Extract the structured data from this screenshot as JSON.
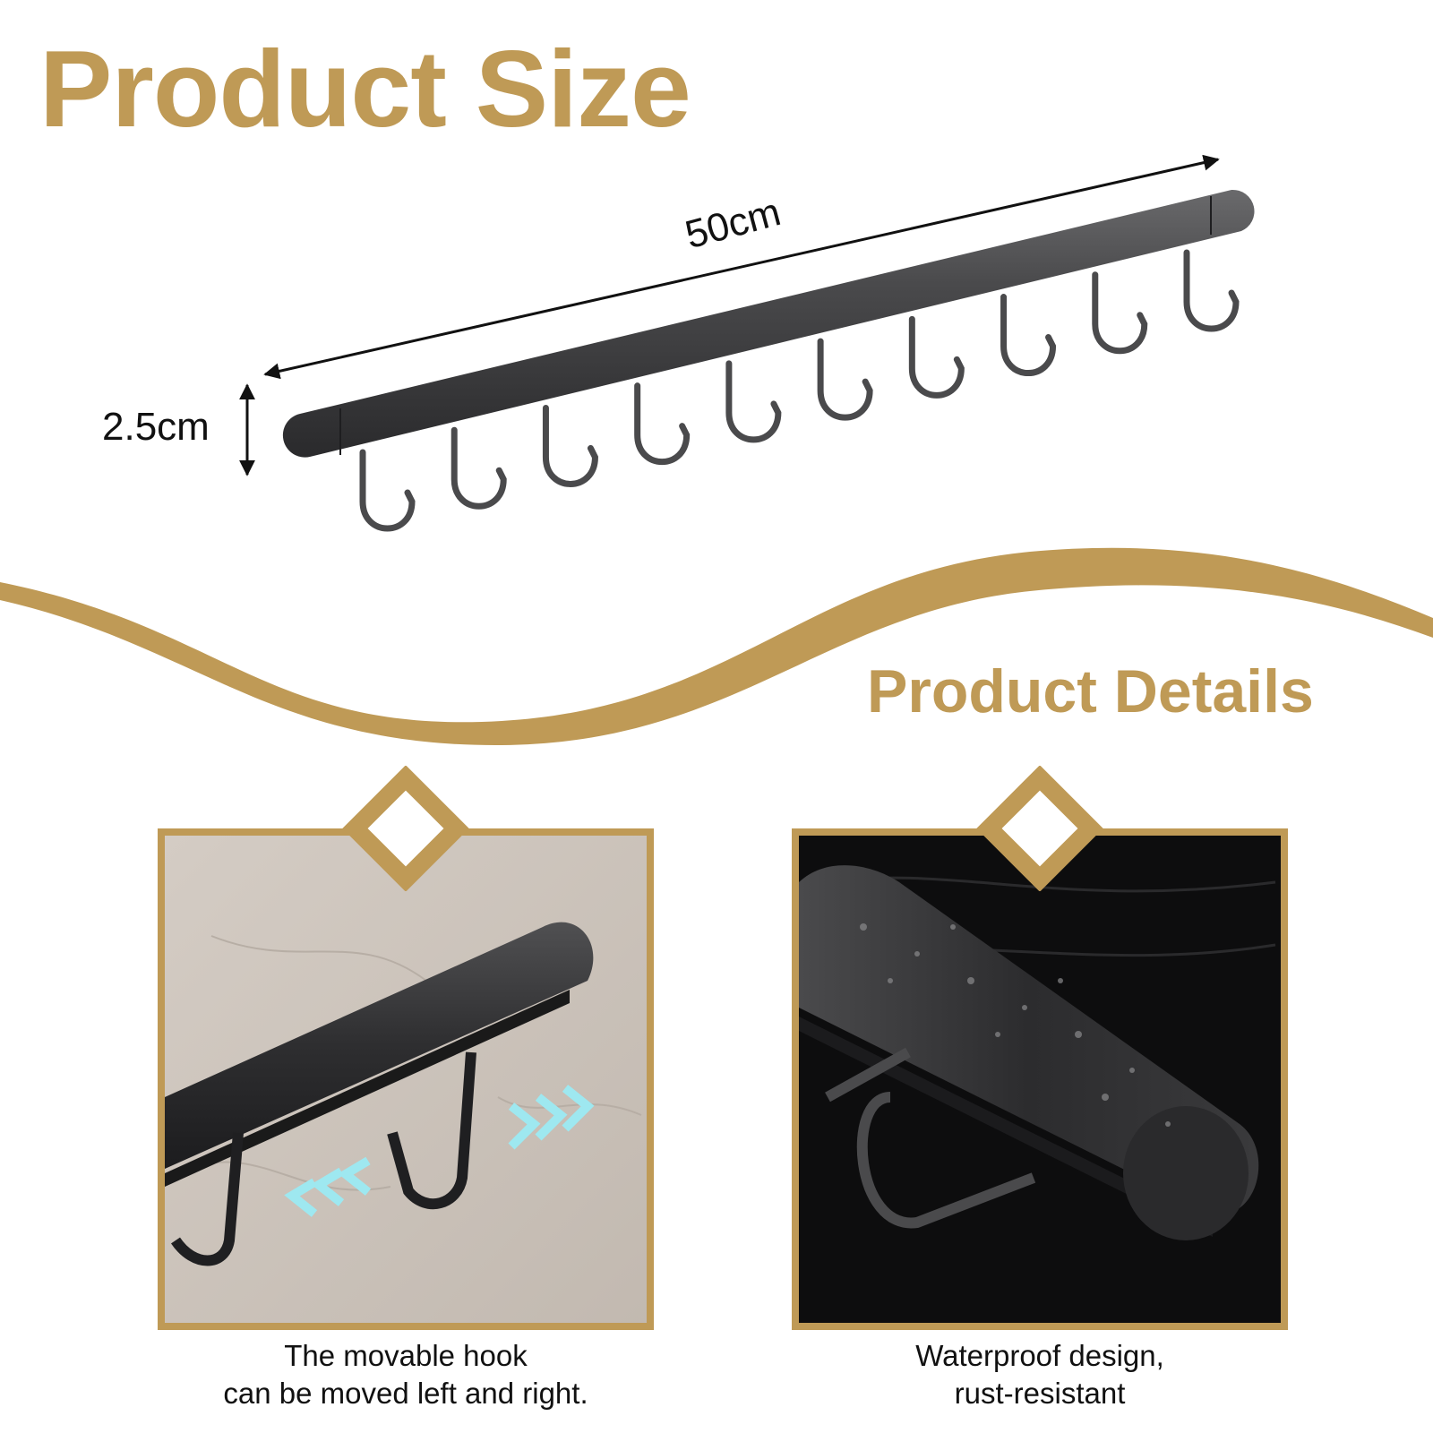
{
  "size_section": {
    "title": "Product Size",
    "length_label": "50cm",
    "height_label": "2.5cm"
  },
  "details_section": {
    "title": "Product Details",
    "cards": [
      {
        "caption_line1": "The movable hook",
        "caption_line2": "can be moved left and right."
      },
      {
        "caption_line1": "Waterproof design,",
        "caption_line2": "rust-resistant"
      }
    ]
  },
  "colors": {
    "accent_gold": "#bf9a56",
    "rail_dark": "#3a3a3c",
    "text": "#111111"
  },
  "product": {
    "hook_count": 10
  }
}
